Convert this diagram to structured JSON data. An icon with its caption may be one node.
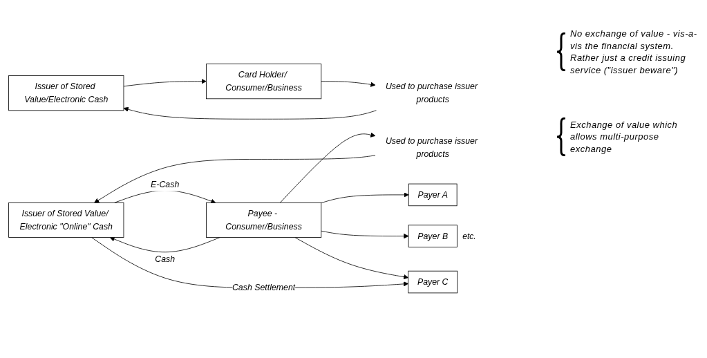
{
  "diagram": {
    "nodes": [
      {
        "text": [
          "Issuer of Stored Value/Electronic Cash"
        ]
      },
      {
        "text": [
          "Card Holder/ Consumer/Business"
        ]
      },
      {
        "text": [
          "Used to purchase issuer products"
        ]
      },
      {
        "text": [
          "Issuer of Stored Value/ Electronic \"Online\" Cash"
        ]
      },
      {
        "text": [
          "Payee - Consumer/Business"
        ]
      },
      {
        "text": [
          "Used to purchase issuer products"
        ]
      },
      {
        "text": [
          "Payer A"
        ]
      },
      {
        "text": [
          "Payer B"
        ],
        "beside": [
          "etc."
        ]
      },
      {
        "text": [
          "Payer C"
        ]
      }
    ],
    "edges": [
      {
        "from": 0,
        "to": 1,
        "arrow": "to"
      },
      {
        "from": 1,
        "to": 2,
        "arrow": "to"
      },
      {
        "from": 2,
        "to": 0,
        "arrow": "to"
      },
      {
        "from": 4,
        "to": 3,
        "arrow": "to",
        "label": "Cash"
      },
      {
        "from": 3,
        "to": 4,
        "arrow": "to",
        "label": "E-Cash"
      },
      {
        "from": 4,
        "to": 5,
        "arrow": "to"
      },
      {
        "from": 5,
        "to": 3,
        "arrow": "to"
      },
      {
        "from": 4,
        "to": 6,
        "arrow": "to"
      },
      {
        "from": 4,
        "to": 7,
        "arrow": "to"
      },
      {
        "from": 4,
        "to": 8,
        "arrow": "to"
      },
      {
        "from": 3,
        "to": 8,
        "arrow": "to",
        "label": "Cash Settlement"
      }
    ],
    "labels": [
      "No exchange of value - vis-a-vis the financial system. Rather just a credit issuing service (\"issuer beware\")",
      "Exchange of value which allows multi-purpose exchange"
    ]
  }
}
